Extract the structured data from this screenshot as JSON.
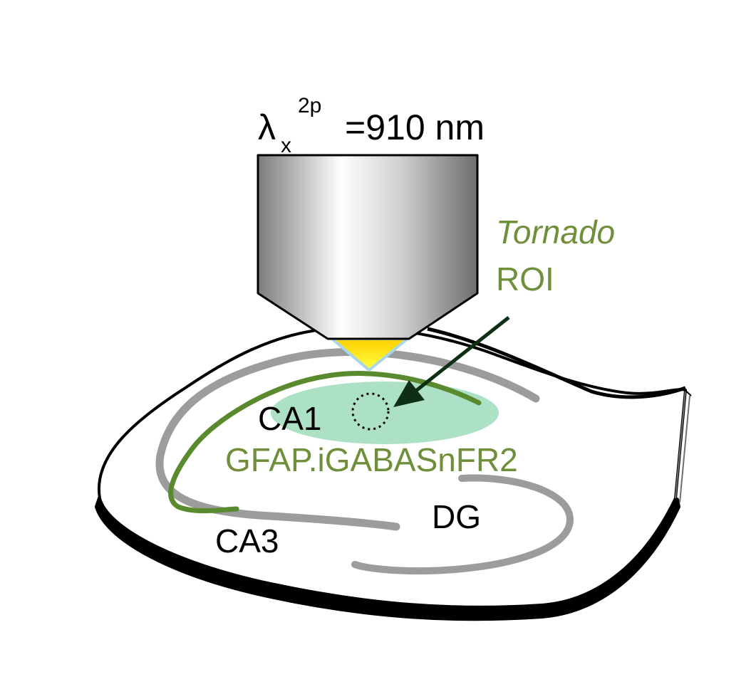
{
  "wavelength": {
    "symbol": "λ",
    "subscript": "x",
    "superscript": "2p",
    "value": "=910 nm"
  },
  "labels": {
    "tornado": "Tornado",
    "roi": "ROI",
    "ca1": "CA1",
    "sensor": "GFAP.iGABASnFR2",
    "dg": "DG",
    "ca3": "CA3"
  },
  "colors": {
    "green_text": "#6f8f3a",
    "green_cell_layer": "#5a8a2e",
    "roi_fill": "#9fdcbc",
    "gray_layer": "#9c9c9c",
    "arrow": "#0f2f14",
    "beam": "#ffe600",
    "objective_dark": "#7a7a7a",
    "objective_light": "#ffffff"
  }
}
